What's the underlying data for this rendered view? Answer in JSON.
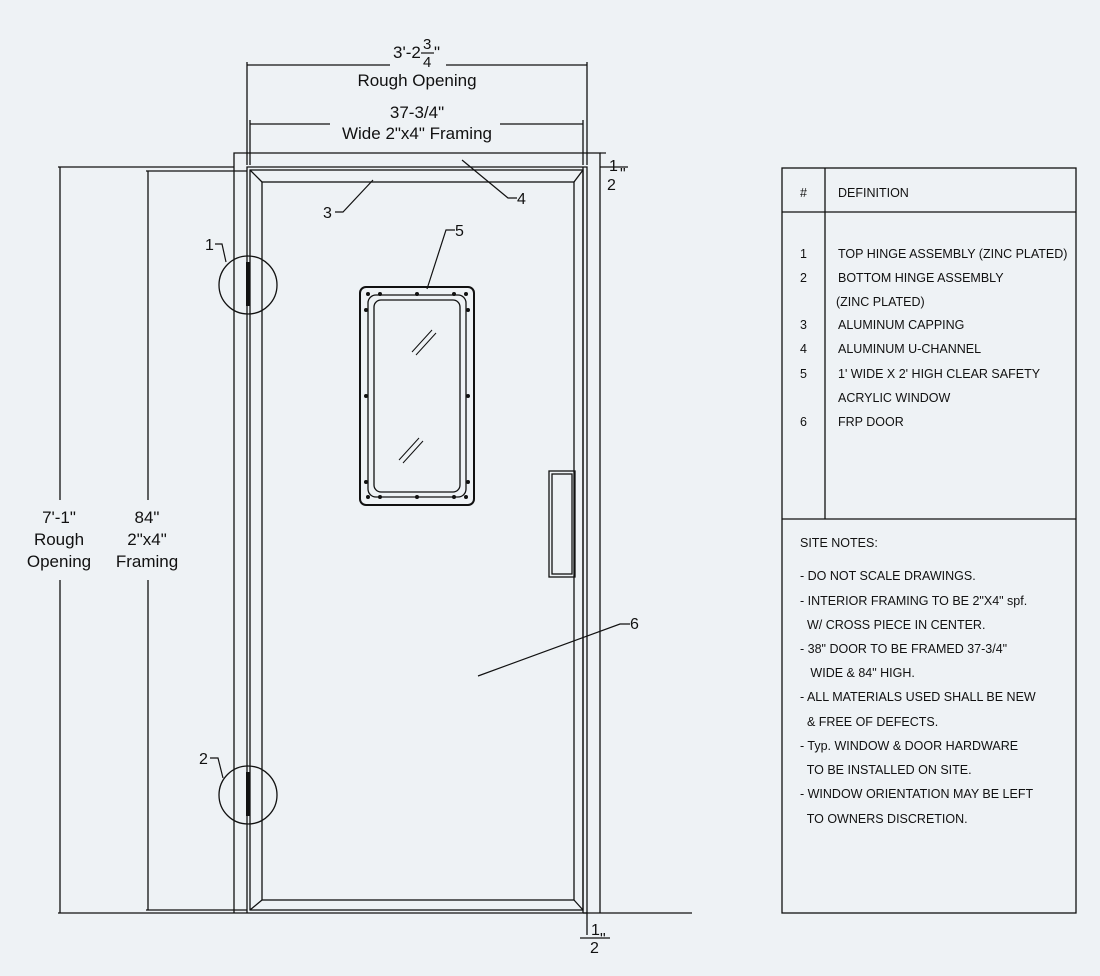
{
  "dimensions": {
    "rough_opening_width_main": "3'-2",
    "rough_opening_width_num": "3",
    "rough_opening_width_den": "4",
    "rough_opening_width_inch": "\"",
    "rough_opening_width_caption": "Rough Opening",
    "framing_width": "37-3/4\"",
    "framing_width_caption": "Wide 2\"x4\" Framing",
    "rough_opening_height": "7'-1\"",
    "rough_opening_height_line2": "Rough",
    "rough_opening_height_line3": "Opening",
    "framing_height": "84\"",
    "framing_height_line2": "2\"x4\"",
    "framing_height_line3": "Framing",
    "half_top_num": "1",
    "half_top_den": "2",
    "half_top_inch": "\"",
    "half_bottom_num": "1",
    "half_bottom_den": "2",
    "half_bottom_inch": "\""
  },
  "callouts": [
    "1",
    "2",
    "3",
    "4",
    "5",
    "6"
  ],
  "legend": {
    "header_number": "#",
    "header_definition": "DEFINITION",
    "items": [
      {
        "num": "1",
        "lines": [
          "TOP HINGE ASSEMBLY (ZINC PLATED)"
        ]
      },
      {
        "num": "2",
        "lines": [
          "BOTTOM HINGE ASSEMBLY",
          "(ZINC PLATED)"
        ]
      },
      {
        "num": "3",
        "lines": [
          "ALUMINUM CAPPING"
        ]
      },
      {
        "num": "4",
        "lines": [
          "ALUMINUM U-CHANNEL"
        ]
      },
      {
        "num": "5",
        "lines": [
          "1' WIDE X 2' HIGH CLEAR SAFETY",
          "ACRYLIC WINDOW"
        ]
      },
      {
        "num": "6",
        "lines": [
          "FRP DOOR"
        ]
      }
    ]
  },
  "site_notes": {
    "title": "SITE NOTES:",
    "lines": [
      "- DO NOT SCALE DRAWINGS.",
      "- INTERIOR FRAMING TO BE 2\"X4\" spf.",
      "  W/ CROSS PIECE IN CENTER.",
      "- 38\" DOOR TO BE FRAMED 37-3/4\"",
      "   WIDE & 84\" HIGH.",
      "- ALL MATERIALS USED SHALL BE NEW",
      "  & FREE OF DEFECTS.",
      "- Typ. WINDOW & DOOR HARDWARE",
      "  TO BE INSTALLED ON SITE.",
      "- WINDOW ORIENTATION MAY BE LEFT",
      "  TO OWNERS DISCRETION."
    ]
  },
  "colors": {
    "background": "#eef2f5",
    "line": "#111111"
  }
}
